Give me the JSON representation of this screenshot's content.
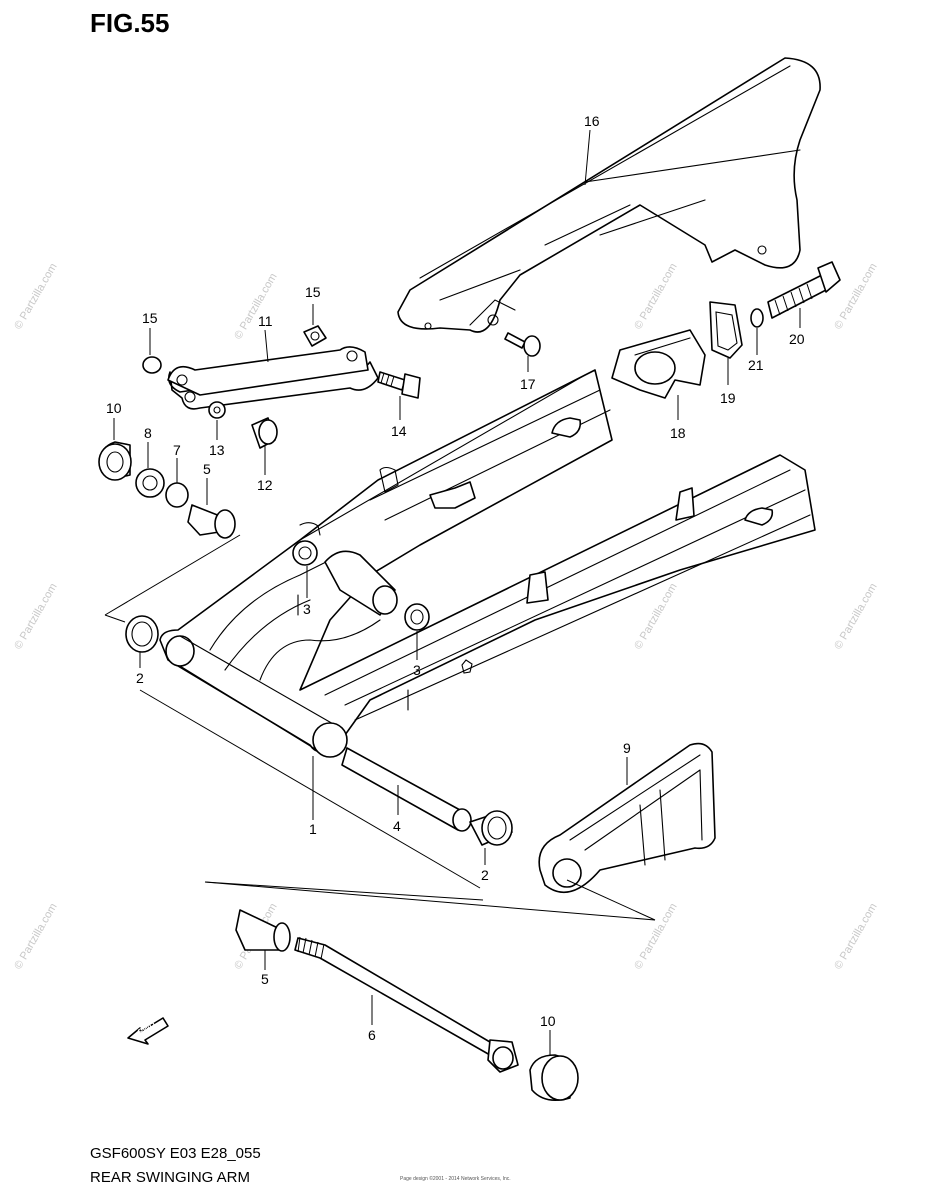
{
  "figure": {
    "title": "FIG.55",
    "code": "GSF600SY E03 E28_055",
    "name": "REAR SWINGING ARM",
    "fwd_label": "FWD",
    "fine_print_1": "Page design ©2001 - 2014 Network Services, Inc.",
    "watermark": "© Partzilla.com"
  },
  "callouts": {
    "p1": "1",
    "p2a": "2",
    "p2b": "2",
    "p3a": "3",
    "p3b": "3",
    "p4": "4",
    "p5a": "5",
    "p5b": "5",
    "p6": "6",
    "p7": "7",
    "p8": "8",
    "p9": "9",
    "p10a": "10",
    "p10b": "10",
    "p11": "11",
    "p12": "12",
    "p13": "13",
    "p14": "14",
    "p15a": "15",
    "p15b": "15",
    "p16": "16",
    "p17": "17",
    "p18": "18",
    "p19": "19",
    "p20": "20",
    "p21": "21"
  }
}
